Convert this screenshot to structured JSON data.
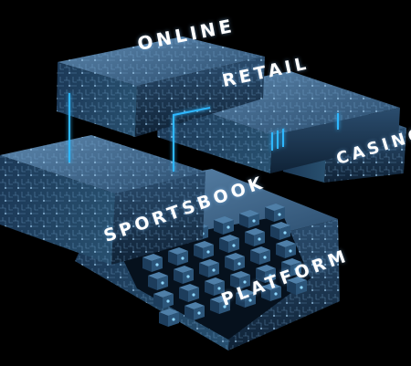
{
  "labels": {
    "online": "ONLINE",
    "retail": "RETAIL",
    "casino": "CASINO",
    "sportsbook": "SPORTSBOOK",
    "platform": "PLATFORM"
  },
  "colors": {
    "background": "#000000",
    "block_top": "#3f6b93",
    "block_side": "#1e3a57",
    "block_dark": "#0f2236",
    "circuit": "#7fb2dc",
    "glow": "#2fb7ff"
  }
}
